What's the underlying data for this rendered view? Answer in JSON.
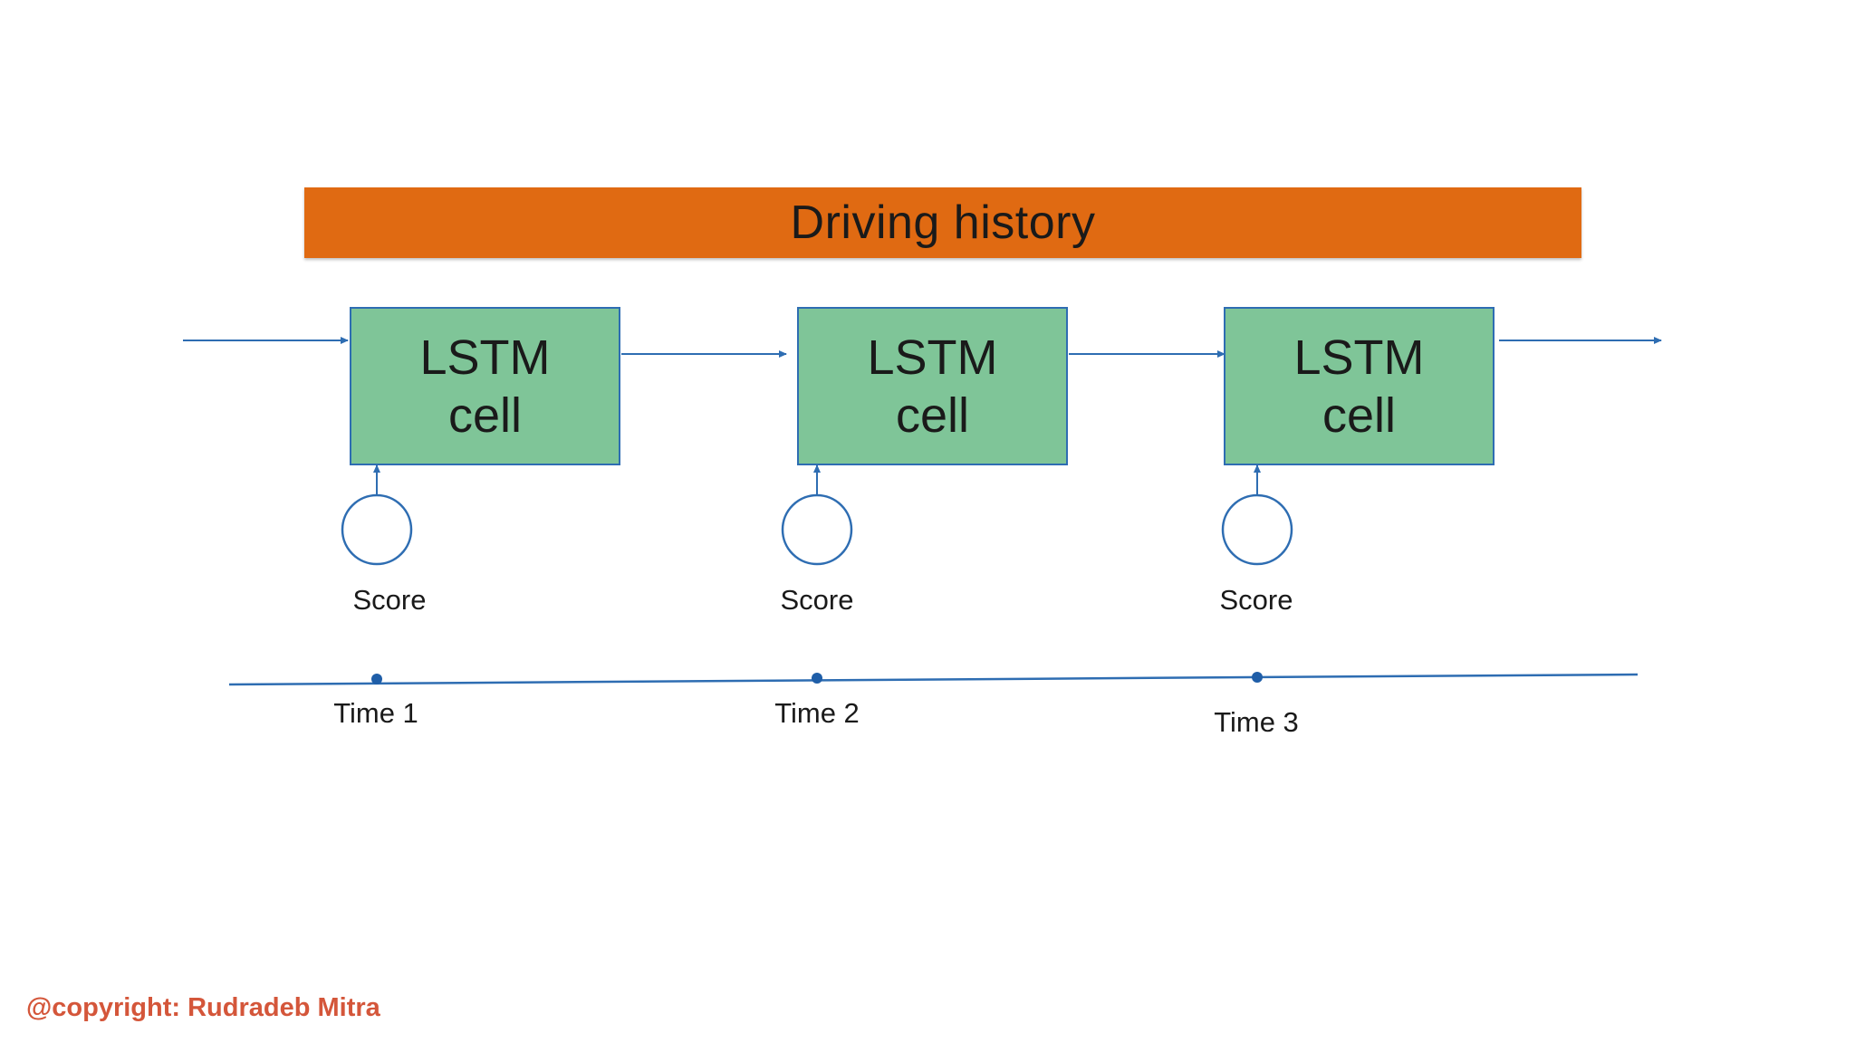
{
  "banner": {
    "title": "Driving history",
    "color": "#e06a12"
  },
  "cells": [
    {
      "label": "LSTM\ncell"
    },
    {
      "label": "LSTM\ncell"
    },
    {
      "label": "LSTM\ncell"
    }
  ],
  "scores": [
    {
      "label": "Score"
    },
    {
      "label": "Score"
    },
    {
      "label": "Score"
    }
  ],
  "timeline": {
    "points": [
      {
        "label": "Time 1"
      },
      {
        "label": "Time 2"
      },
      {
        "label": "Time 3"
      }
    ]
  },
  "colors": {
    "cell_fill": "#7fc598",
    "line": "#2e6db2",
    "copyright": "#d4563a"
  },
  "footer": {
    "copyright": "@copyright: Rudradeb Mitra"
  }
}
